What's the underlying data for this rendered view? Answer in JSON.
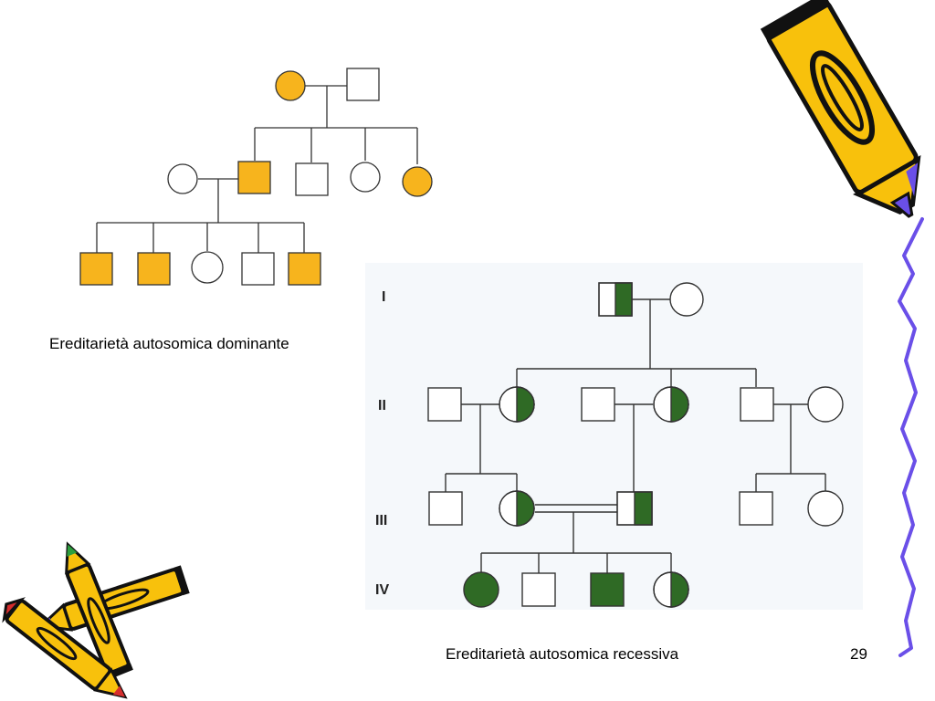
{
  "colors": {
    "dominant_affected": "#F7B41D",
    "recessive_affected": "#2F6A25",
    "line": "#333333",
    "scribble": "#6A4FE8",
    "pencil_body": "#F8C10C",
    "pencil_tip_blue": "#6A4FE8",
    "pencil_tip_red": "#D62E2E",
    "pencil_tip_green": "#2E9E3E"
  },
  "dominant": {
    "caption": "Ereditarietà autosomica dominante"
  },
  "recessive": {
    "caption": "Ereditarietà autosomica recessiva",
    "generation_labels": [
      "I",
      "II",
      "III",
      "IV"
    ]
  },
  "slide": {
    "number": "29"
  },
  "decor": {
    "icons": [
      "pencil-icon",
      "pencils-icon",
      "scribble-line-icon"
    ]
  }
}
